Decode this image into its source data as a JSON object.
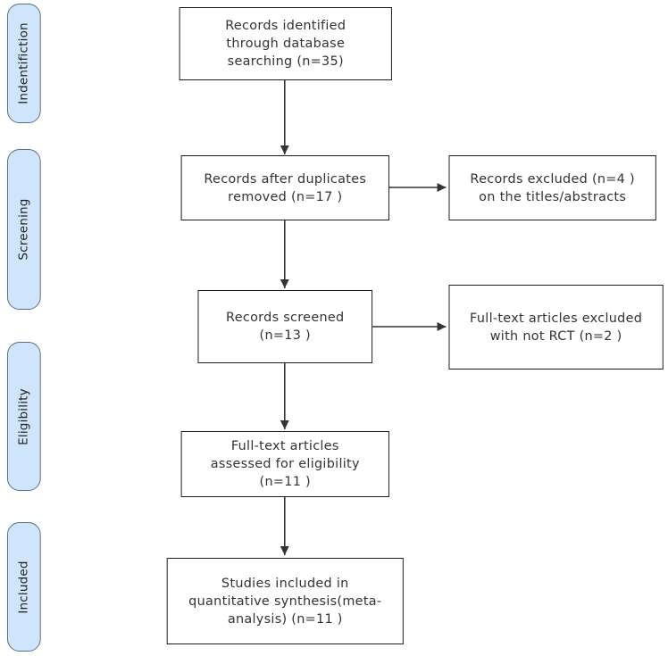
{
  "colors": {
    "phase_fill": "#cfe5fb",
    "phase_border": "#5b6f86",
    "box_border": "#1c1c1c",
    "arrow": "#333333"
  },
  "phases": {
    "identification": "Indentifiction",
    "screening": "Screening",
    "eligibility": "Eligibility",
    "included": "Included"
  },
  "boxes": {
    "identified": "Records identified\nthrough database\nsearching (n=35)",
    "after_duplicates": "Records after duplicates\nremoved (n=17 )",
    "excluded_titles": "Records excluded (n=4 )\non the titles/abstracts",
    "screened": "Records screened\n(n=13 )",
    "excluded_fulltext": "Full-text articles excluded\nwith not RCT (n=2 )",
    "assessed": "Full-text articles\nassessed for eligibility\n(n=11 )",
    "included": "Studies included in\nquantitative synthesis(meta-\nanalysis) (n=11 )"
  }
}
